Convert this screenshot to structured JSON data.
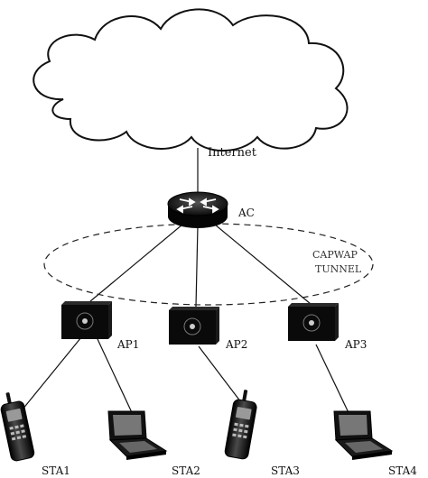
{
  "diagram": {
    "cloud_label": "Internet",
    "controller": {
      "label": "AC"
    },
    "tunnel": {
      "line1": "CAPWAP",
      "line2": "TUNNEL"
    },
    "access_points": [
      {
        "label": "AP1"
      },
      {
        "label": "AP2"
      },
      {
        "label": "AP3"
      }
    ],
    "stations": [
      {
        "label": "STA1",
        "device": "mobile-phone"
      },
      {
        "label": "STA2",
        "device": "laptop"
      },
      {
        "label": "STA3",
        "device": "mobile-phone"
      },
      {
        "label": "STA4",
        "device": "laptop"
      }
    ]
  }
}
